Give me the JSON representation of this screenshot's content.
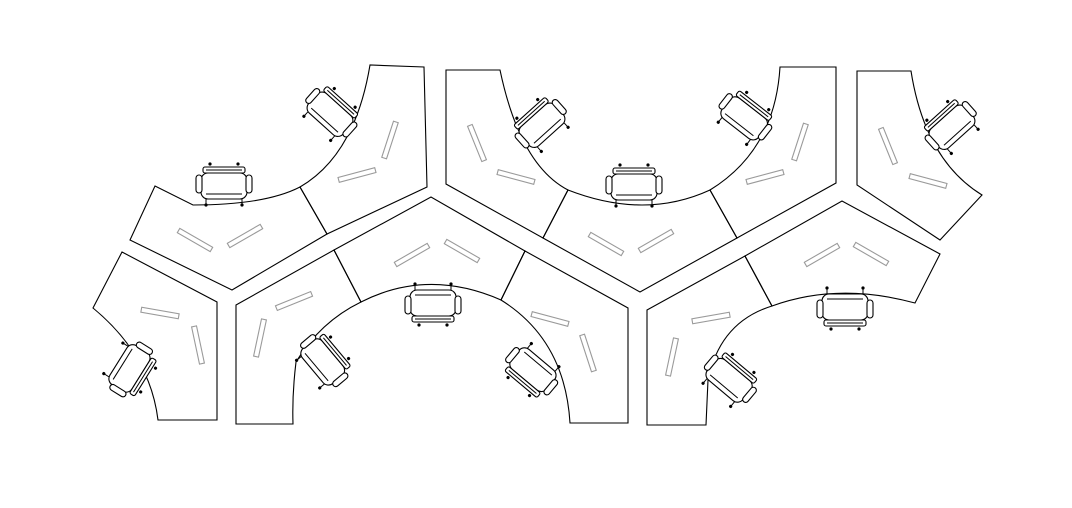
{
  "drawing": {
    "background": "#ffffff",
    "line_color": "#000000",
    "monitor_color": "#9a9a9a",
    "cluster_count": 4,
    "desk_count": 12,
    "chair_count": 12,
    "monitor_count": 24
  }
}
